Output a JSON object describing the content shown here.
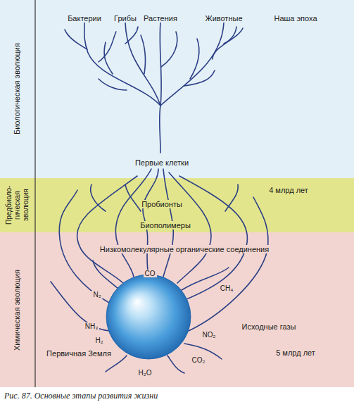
{
  "diagram": {
    "caption": "Рис. 87. Основные этапы развития жизни",
    "nodes": [
      {
        "text": [
          "Биологическая эволюция"
        ]
      },
      {
        "text": [
          "Предбиоло- гическая эволюция"
        ]
      },
      {
        "text": [
          "Химическая эволюция"
        ]
      }
    ],
    "labels": [
      "Бактерии",
      "Грибы",
      "Растения",
      "Животные",
      "Наша эпоха",
      "Первые клетки",
      "4 млрд лет",
      "Пробионты",
      "Биополимеры",
      "Низкомолекулярные органические соединения",
      "CO",
      "N₂",
      "CH₄",
      "NH₃",
      "Исходные газы",
      "H₂",
      "NO₂",
      "Первичная Земля",
      "CO₂",
      "5 млрд лет",
      "H₂O"
    ]
  }
}
